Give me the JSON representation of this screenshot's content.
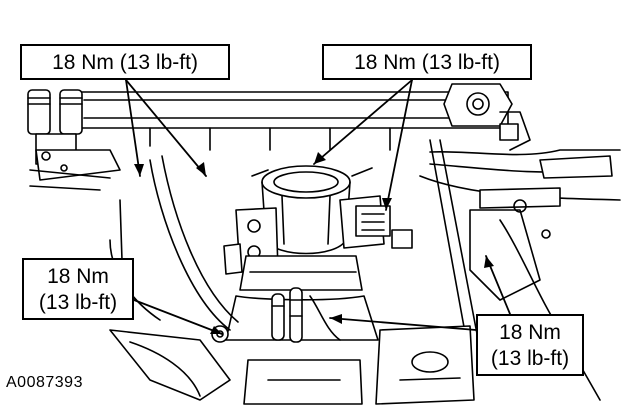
{
  "callouts": [
    {
      "id": "top-left",
      "line1": "18 Nm (13 lb-ft)",
      "line2": ""
    },
    {
      "id": "top-right",
      "line1": "18 Nm (13 lb-ft)",
      "line2": ""
    },
    {
      "id": "lower-left",
      "line1": "18 Nm",
      "line2": "(13 lb-ft)"
    },
    {
      "id": "lower-right",
      "line1": "18 Nm",
      "line2": "(13 lb-ft)"
    }
  ],
  "figure_id": "A0087393",
  "line_color": "#000000"
}
